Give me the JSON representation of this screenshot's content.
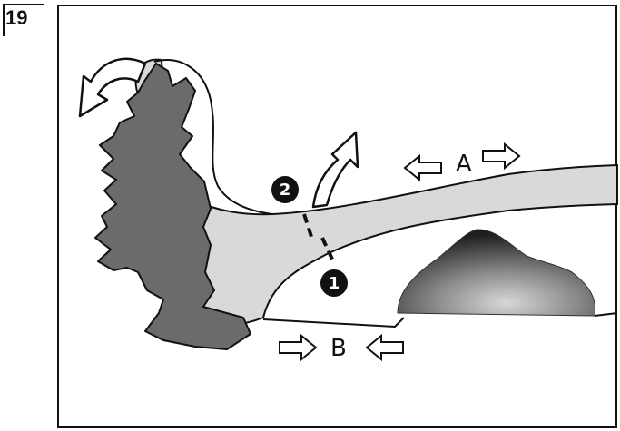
{
  "figure": {
    "number": "19"
  },
  "labels": {
    "a": "A",
    "b": "B",
    "step1": "1",
    "step2": "2"
  },
  "colors": {
    "light_fill": "#d9d9d9",
    "dark_fill": "#6b6b6b",
    "outline": "#111111"
  }
}
